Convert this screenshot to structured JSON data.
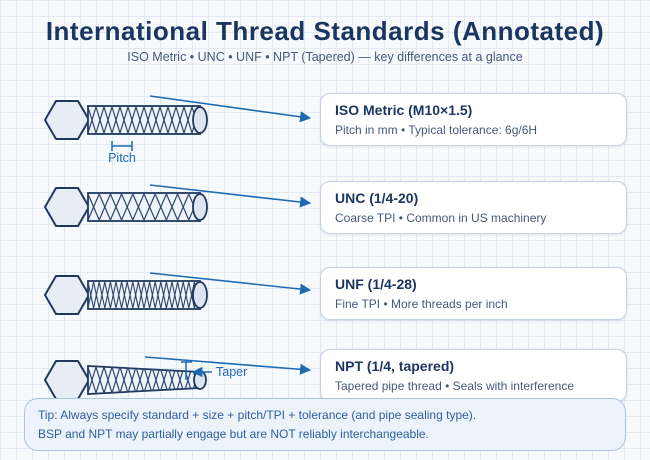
{
  "page": {
    "title": "International Thread Standards (Annotated)",
    "subtitle": "ISO Metric • UNC • UNF • NPT (Tapered) — key differences at a glance"
  },
  "rows": [
    {
      "title": "ISO Metric (M10×1.5)",
      "desc": "Pitch in mm • Typical tolerance: 6g/6H"
    },
    {
      "title": "UNC (1/4-20)",
      "desc": "Coarse TPI • Common in US machinery"
    },
    {
      "title": "UNF (1/4-28)",
      "desc": "Fine TPI • More threads per inch"
    },
    {
      "title": "NPT (1/4, tapered)",
      "desc": "Tapered pipe thread • Seals with interference"
    }
  ],
  "annotations": {
    "pitch_label": "Pitch",
    "taper_label": "Taper"
  },
  "tip": {
    "line1": "Tip: Always specify standard + size + pitch/TPI + tolerance (and pipe sealing type).",
    "line2": "BSP and NPT may partially engage but are NOT reliably interchangeable."
  },
  "colors": {
    "accent_blue": "#1e6ab2",
    "navy_title": "#1a355f",
    "body_text": "#44597a",
    "card_border": "#c5d2e3",
    "tip_bg": "#edf3fa",
    "tip_border": "#a9c4e0",
    "tip_text": "#2b5f9e",
    "bolt_outline": "#21395e",
    "bolt_fill": "#eef3f9",
    "grid_line": "#e1e9f3",
    "background": "#f7fafd"
  }
}
